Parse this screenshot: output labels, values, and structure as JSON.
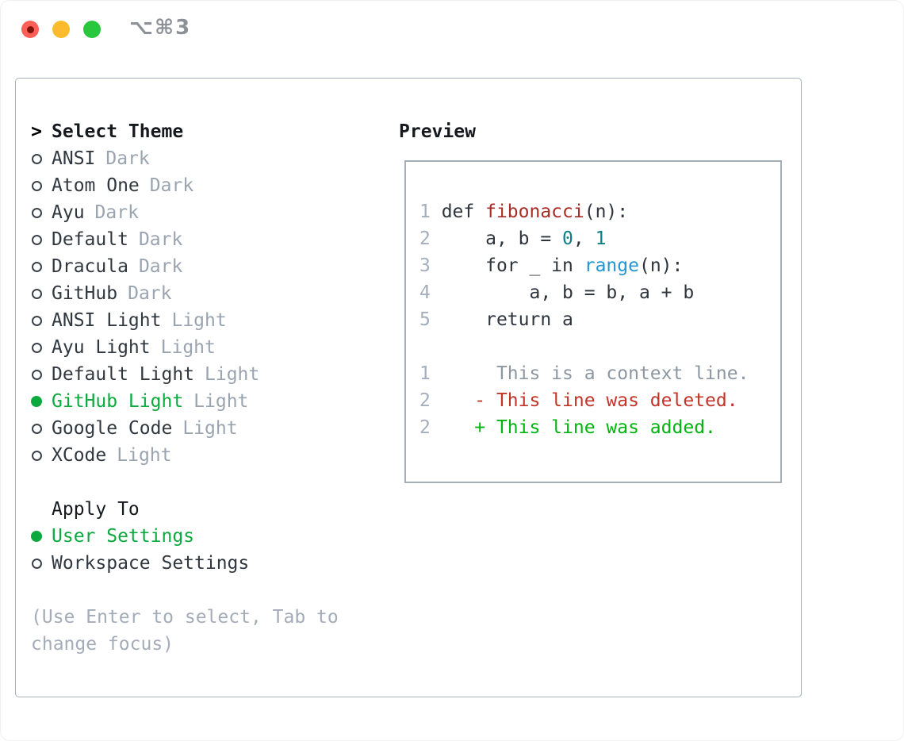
{
  "window": {
    "title": "⌥⌘3",
    "lights": [
      {
        "name": "close",
        "color": "#ff5f57",
        "dot": "#7f1209"
      },
      {
        "name": "minimize",
        "color": "#fcbb2d"
      },
      {
        "name": "zoom",
        "color": "#29c73e"
      }
    ]
  },
  "colors": {
    "text": "#30373e",
    "heading": "#15191e",
    "muted": "#9aa4b0",
    "hint": "#a3acb8",
    "accent_green": "#0caa3e",
    "num": "#a4aebc",
    "code": "#2e353c",
    "func": "#a72d26",
    "lit": "#0e7e87",
    "builtin": "#2395d2",
    "ctx": "#8d97a1",
    "del": "#c33428",
    "add": "#00b30f"
  },
  "theme_picker": {
    "cursor": ">",
    "header": "Select Theme",
    "themes": [
      {
        "name": "ANSI",
        "tag": "Dark",
        "selected": false
      },
      {
        "name": "Atom One",
        "tag": "Dark",
        "selected": false
      },
      {
        "name": "Ayu",
        "tag": "Dark",
        "selected": false
      },
      {
        "name": "Default",
        "tag": "Dark",
        "selected": false
      },
      {
        "name": "Dracula",
        "tag": "Dark",
        "selected": false
      },
      {
        "name": "GitHub",
        "tag": "Dark",
        "selected": false
      },
      {
        "name": "ANSI Light",
        "tag": "Light",
        "selected": false
      },
      {
        "name": "Ayu Light",
        "tag": "Light",
        "selected": false
      },
      {
        "name": "Default Light",
        "tag": "Light",
        "selected": false
      },
      {
        "name": "GitHub Light",
        "tag": "Light",
        "selected": true
      },
      {
        "name": "Google Code",
        "tag": "Light",
        "selected": false
      },
      {
        "name": "XCode",
        "tag": "Light",
        "selected": false
      }
    ],
    "apply_to": {
      "header": "Apply To",
      "options": [
        {
          "label": "User Settings",
          "selected": true
        },
        {
          "label": "Workspace Settings",
          "selected": false
        }
      ]
    },
    "hint": "(Use Enter to select, Tab to change focus)"
  },
  "preview": {
    "title": "Preview",
    "lines": [
      {
        "segments": [
          {
            "t": "1 ",
            "c": "num"
          },
          {
            "t": "def ",
            "c": "code"
          },
          {
            "t": "fibonacci",
            "c": "func"
          },
          {
            "t": "(n):",
            "c": "code"
          }
        ]
      },
      {
        "segments": [
          {
            "t": "2 ",
            "c": "num"
          },
          {
            "t": "    a, b = ",
            "c": "code"
          },
          {
            "t": "0",
            "c": "lit"
          },
          {
            "t": ", ",
            "c": "code"
          },
          {
            "t": "1",
            "c": "lit"
          }
        ]
      },
      {
        "segments": [
          {
            "t": "3 ",
            "c": "num"
          },
          {
            "t": "    for _ in ",
            "c": "code"
          },
          {
            "t": "range",
            "c": "builtin"
          },
          {
            "t": "(n):",
            "c": "code"
          }
        ]
      },
      {
        "segments": [
          {
            "t": "4 ",
            "c": "num"
          },
          {
            "t": "        a, b = b, a + b",
            "c": "code"
          }
        ]
      },
      {
        "segments": [
          {
            "t": "5 ",
            "c": "num"
          },
          {
            "t": "    return a",
            "c": "code"
          }
        ]
      },
      {
        "segments": []
      },
      {
        "segments": [
          {
            "t": "1 ",
            "c": "num"
          },
          {
            "t": "     This is a context line.",
            "c": "ctx"
          }
        ]
      },
      {
        "segments": [
          {
            "t": "2 ",
            "c": "num"
          },
          {
            "t": "   - This line was deleted.",
            "c": "del"
          }
        ]
      },
      {
        "segments": [
          {
            "t": "2 ",
            "c": "num"
          },
          {
            "t": "   + This line was added.",
            "c": "add"
          }
        ]
      }
    ]
  }
}
